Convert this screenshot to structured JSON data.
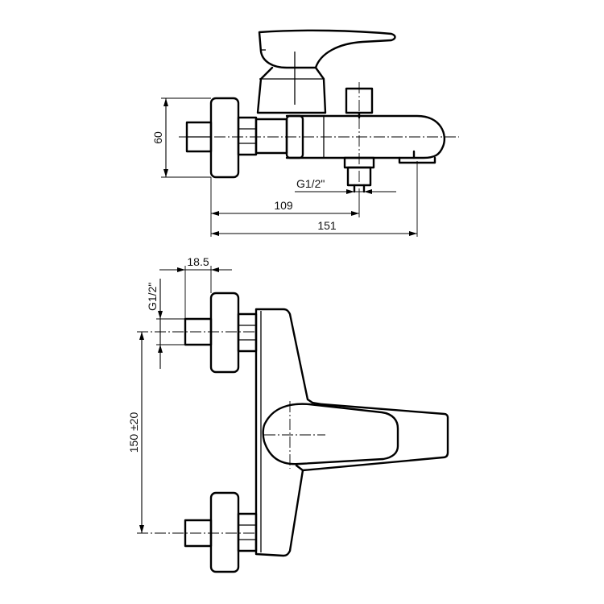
{
  "dimensions": {
    "height_60": "60",
    "inlet_to_spout_109": "109",
    "overall_depth_151": "151",
    "outlet_thread": "G1/2\"",
    "inlet_offset_18_5": "18.5",
    "inlet_thread": "G1/2\"",
    "centre_distance": "150 ±20"
  }
}
